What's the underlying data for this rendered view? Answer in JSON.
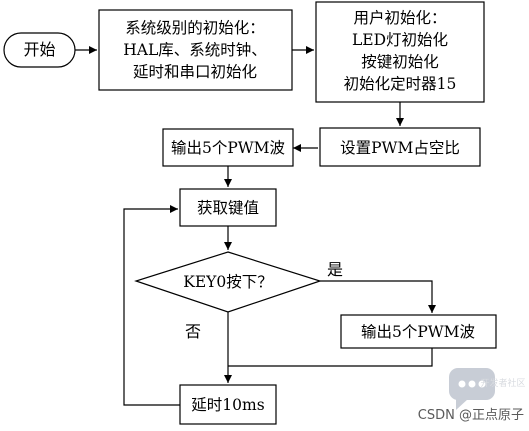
{
  "nodes": {
    "start": "开始",
    "sys_init": [
      "系统级别的初始化：",
      "HAL库、系统时钟、",
      "延时和串口初始化"
    ],
    "user_init": [
      "用户初始化：",
      "LED灯初始化",
      "按键初始化",
      "初始化定时器15"
    ],
    "set_pwm": "设置PWM占空比",
    "output_pwm_top": "输出5个PWM波",
    "get_key": "获取键值",
    "decision": "KEY0按下？",
    "output_pwm_yes": "输出5个PWM波",
    "delay": "延时10ms"
  },
  "edge_labels": {
    "yes": "是",
    "no": "否"
  },
  "watermark": {
    "text": "CSDN @正点原子",
    "faint": "开发者社区"
  },
  "colors": {
    "stroke": "#000000",
    "background": "#ffffff",
    "watermark_icon": "#c8cdd6"
  }
}
